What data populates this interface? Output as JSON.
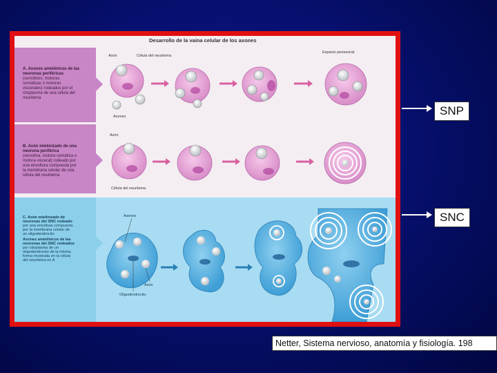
{
  "figure": {
    "title": "Desarrollo de la vaina celular de los axones",
    "row_a": {
      "text_lines": [
        "A. Axones amielínicos de las",
        "neuronas periféricas",
        "(sensitivos, motoras",
        "somáticas o motoras",
        "viscerales) rodeados por el",
        "citoplasma de una célula del",
        "neurilema"
      ],
      "label_axon": "Axón",
      "label_neurilema": "Célula del neurilema",
      "label_axones": "Axones",
      "label_periaxonal": "Espacio periaxonal"
    },
    "row_b": {
      "text_lines": [
        "B. Axón mielinizado de una",
        "neurona periférica",
        "(sensitiva, motora somática o",
        "motora visceral) rodeado por",
        "una envoltura compuesta por",
        "la membrana celular de una",
        "célula del neurilema"
      ],
      "label_axon": "Axón",
      "label_neurilema": "Célula del neurilema"
    },
    "row_c": {
      "text_lines": [
        "C. Axón mielinizado de",
        "neuronas del SNC rodeado",
        "por una envoltura compuesta",
        "por la membrana celular de",
        "un oligodendrocito",
        "Axones amielínicos de las",
        "neuronas del SNC rodeados",
        "por citoplasma de un",
        "oligodendrocito de la misma",
        "forma mostrada en la célula",
        "del neurilema en A"
      ],
      "label_axones": "Axones",
      "label_axon": "Axón",
      "label_oligo": "Oligodendrocito"
    }
  },
  "labels": {
    "snp": "SNP",
    "snc": "SNC"
  },
  "credit": "Netter, Sistema nervioso, anatomía y fisiología. 198",
  "colors": {
    "frame": "#e01010",
    "row_a_band": "#c886c6",
    "row_c_band": "#8ccfea",
    "cell_pink": "#e8a7d8",
    "cell_blue": "#5ab3e2"
  }
}
